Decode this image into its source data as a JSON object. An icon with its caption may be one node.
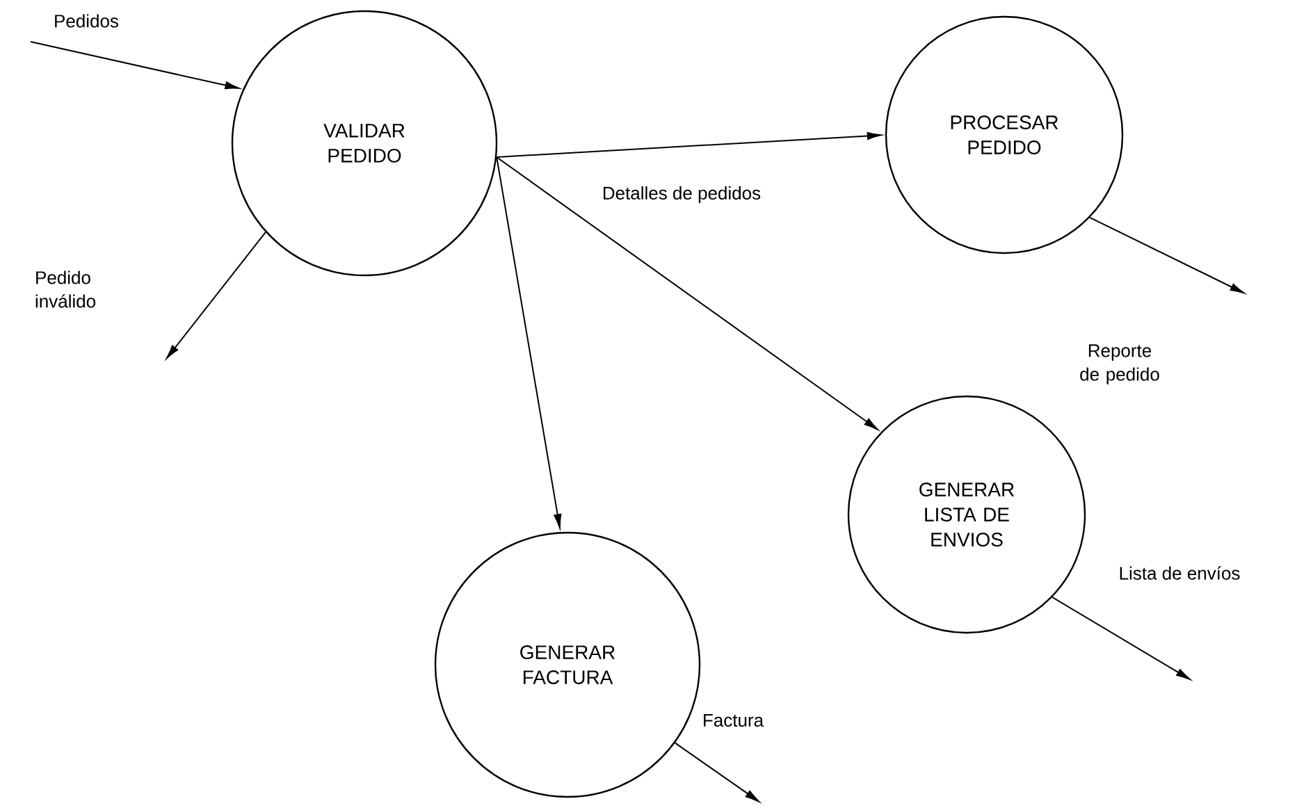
{
  "diagram": {
    "nodes": [
      {
        "text": [
          "VALIDAR PEDIDO"
        ]
      },
      {
        "text": [
          "PROCESAR PEDIDO"
        ]
      },
      {
        "text": [
          "GENERAR FACTURA"
        ]
      },
      {
        "text": [
          "GENERAR LISTA DE ENVIOS"
        ]
      }
    ],
    "edges": [
      {
        "from": null,
        "to": 0,
        "arrow": "to",
        "label": "Pedidos"
      },
      {
        "from": 0,
        "to": null,
        "arrow": "to",
        "label": "Pedido inválido"
      },
      {
        "from": 0,
        "to": 1,
        "arrow": "to",
        "label": "Detalles de pedidos"
      },
      {
        "from": 0,
        "to": 2,
        "arrow": "to"
      },
      {
        "from": 0,
        "to": 3,
        "arrow": "to"
      },
      {
        "from": 1,
        "to": null,
        "arrow": "to",
        "label": "Reporte de pedido"
      },
      {
        "from": 3,
        "to": null,
        "arrow": "to",
        "label": "Lista de envíos"
      },
      {
        "from": 2,
        "to": null,
        "arrow": "to",
        "label": "Factura"
      }
    ]
  }
}
